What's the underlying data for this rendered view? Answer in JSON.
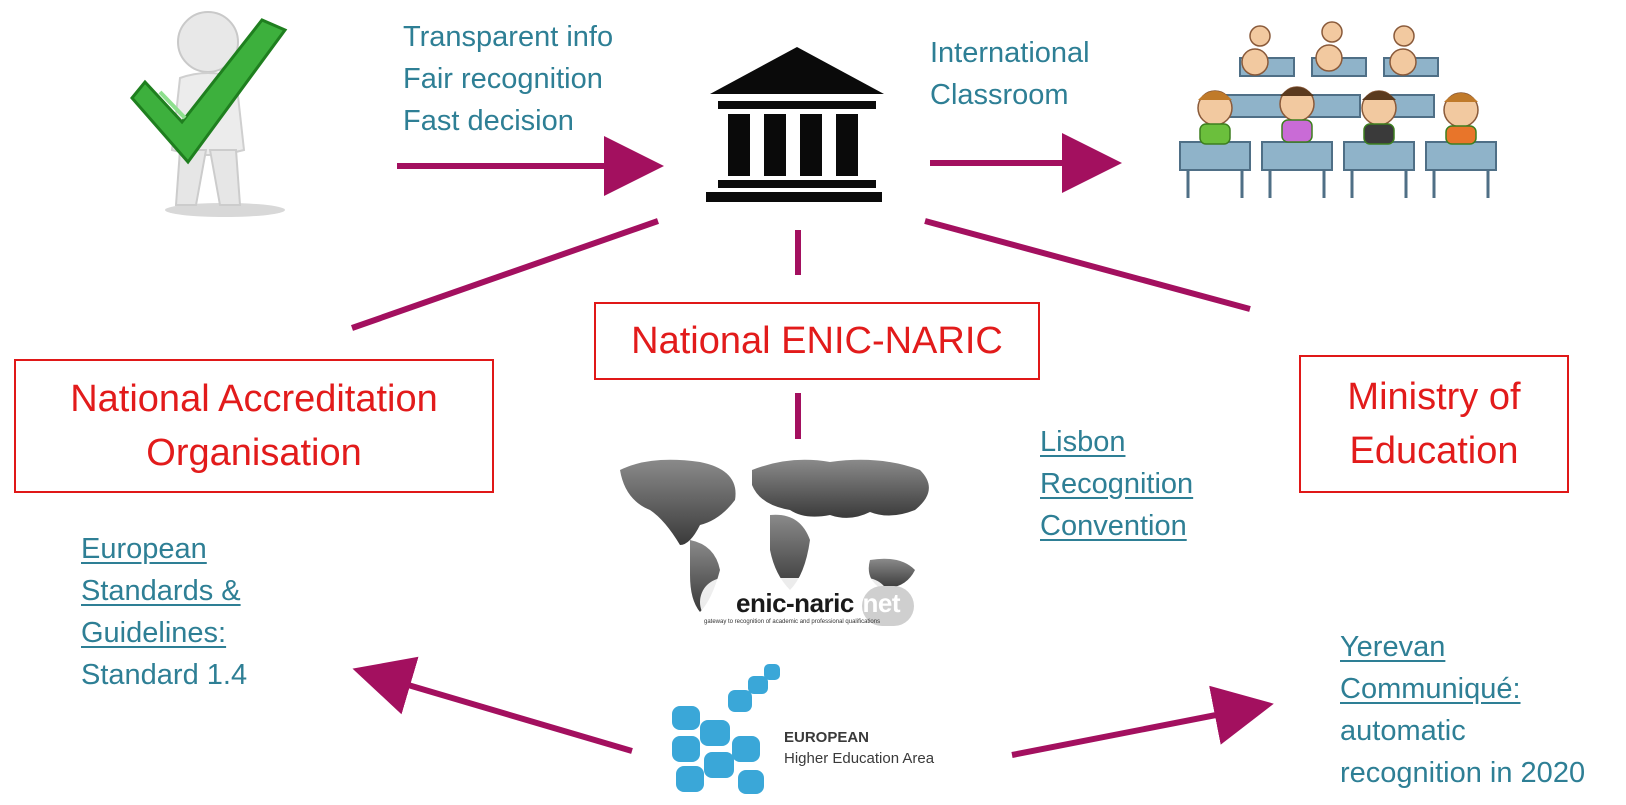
{
  "colors": {
    "connector": "#a3105f",
    "teal_text": "#2e7f95",
    "red": "#e21b1b",
    "building": "#0a0a0a"
  },
  "student_benefits": [
    "Transparent info",
    "Fair recognition",
    "Fast decision"
  ],
  "classroom_label": [
    "International",
    "Classroom"
  ],
  "nodes": {
    "enic_naric": "National ENIC-NARIC",
    "accreditation": [
      "National Accreditation",
      "Organisation"
    ],
    "ministry": [
      "Ministry of",
      "Education"
    ]
  },
  "references": {
    "lisbon": [
      "Lisbon",
      "Recognition",
      "Convention"
    ],
    "esg_links": [
      "European",
      "Standards &",
      "Guidelines:"
    ],
    "esg_plain": "Standard 1.4",
    "yerevan_links": [
      "Yerevan",
      "Communiqué:"
    ],
    "yerevan_plain": [
      "automatic",
      "recognition in 2020"
    ]
  },
  "logos": {
    "enic_naric_main": "enic-naric",
    "enic_naric_suffix": ".net",
    "enic_naric_tagline": "gateway to recognition of academic and professional qualifications",
    "ehea_line1": "EUROPEAN",
    "ehea_line2": "Higher Education Area"
  },
  "icons": {
    "check": "checkmark-figure-icon",
    "institution": "institution-building-icon",
    "classroom": "classroom-children-icon",
    "map": "world-map-icon",
    "ehea": "ehea-puzzle-logo-icon"
  }
}
